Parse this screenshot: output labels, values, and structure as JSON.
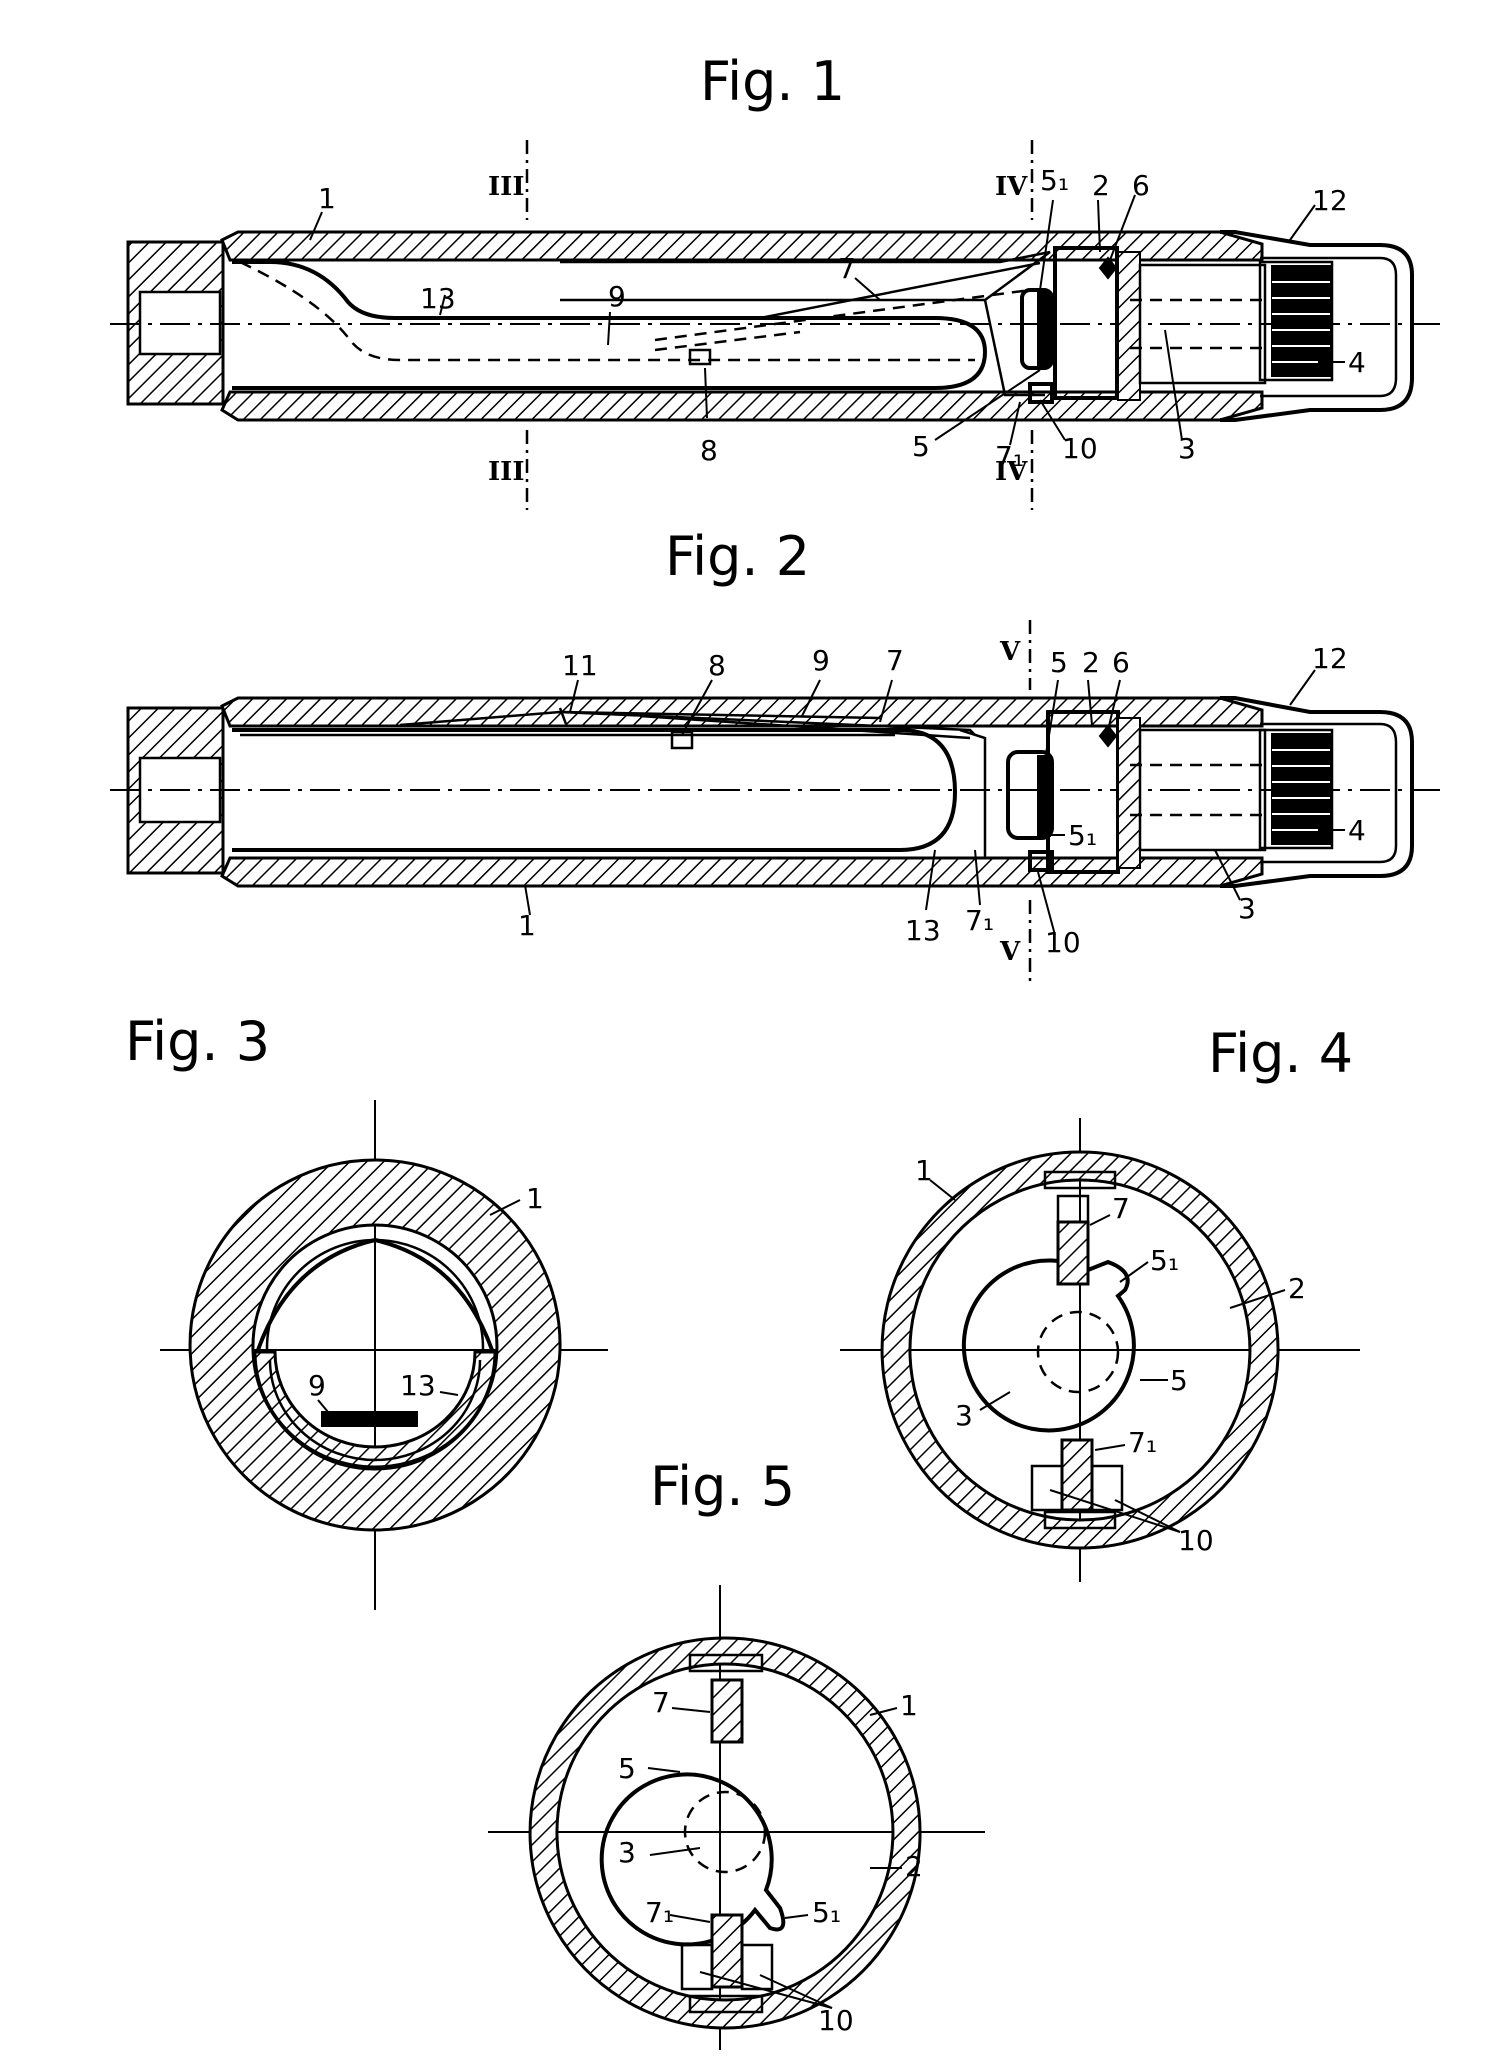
{
  "figures": [
    {
      "title": "Fig. 1"
    },
    {
      "title": "Fig. 2"
    },
    {
      "title": "Fig. 3"
    },
    {
      "title": "Fig. 4"
    },
    {
      "title": "Fig. 5"
    }
  ],
  "fig1_labels": {
    "l1": "1",
    "l2": "2",
    "l3": "3",
    "l4": "4",
    "l5": "5",
    "l5i": "5₁",
    "l6": "6",
    "l7": "7",
    "l7i": "7₁",
    "l8": "8",
    "l9": "9",
    "l10": "10",
    "l12": "12",
    "l13": "13",
    "sec_III_top": "III",
    "sec_III_bot": "III",
    "sec_IV_top": "IV",
    "sec_IV_bot": "IV"
  },
  "fig2_labels": {
    "l1": "1",
    "l2": "2",
    "l3": "3",
    "l4": "4",
    "l5": "5",
    "l5i": "5₁",
    "l6": "6",
    "l7": "7",
    "l7i": "7₁",
    "l8": "8",
    "l9": "9",
    "l10": "10",
    "l11": "11",
    "l12": "12",
    "l13": "13",
    "sec_V_top": "V",
    "sec_V_bot": "V"
  },
  "fig3_labels": {
    "l1": "1",
    "l9": "9",
    "l13": "13"
  },
  "fig4_labels": {
    "l1": "1",
    "l2": "2",
    "l3": "3",
    "l5": "5",
    "l5i": "5₁",
    "l7": "7",
    "l7i": "7₁",
    "l10": "10"
  },
  "fig5_labels": {
    "l1": "1",
    "l2": "2",
    "l3": "3",
    "l5": "5",
    "l5i": "5₁",
    "l7": "7",
    "l7i": "7₁",
    "l10": "10"
  }
}
